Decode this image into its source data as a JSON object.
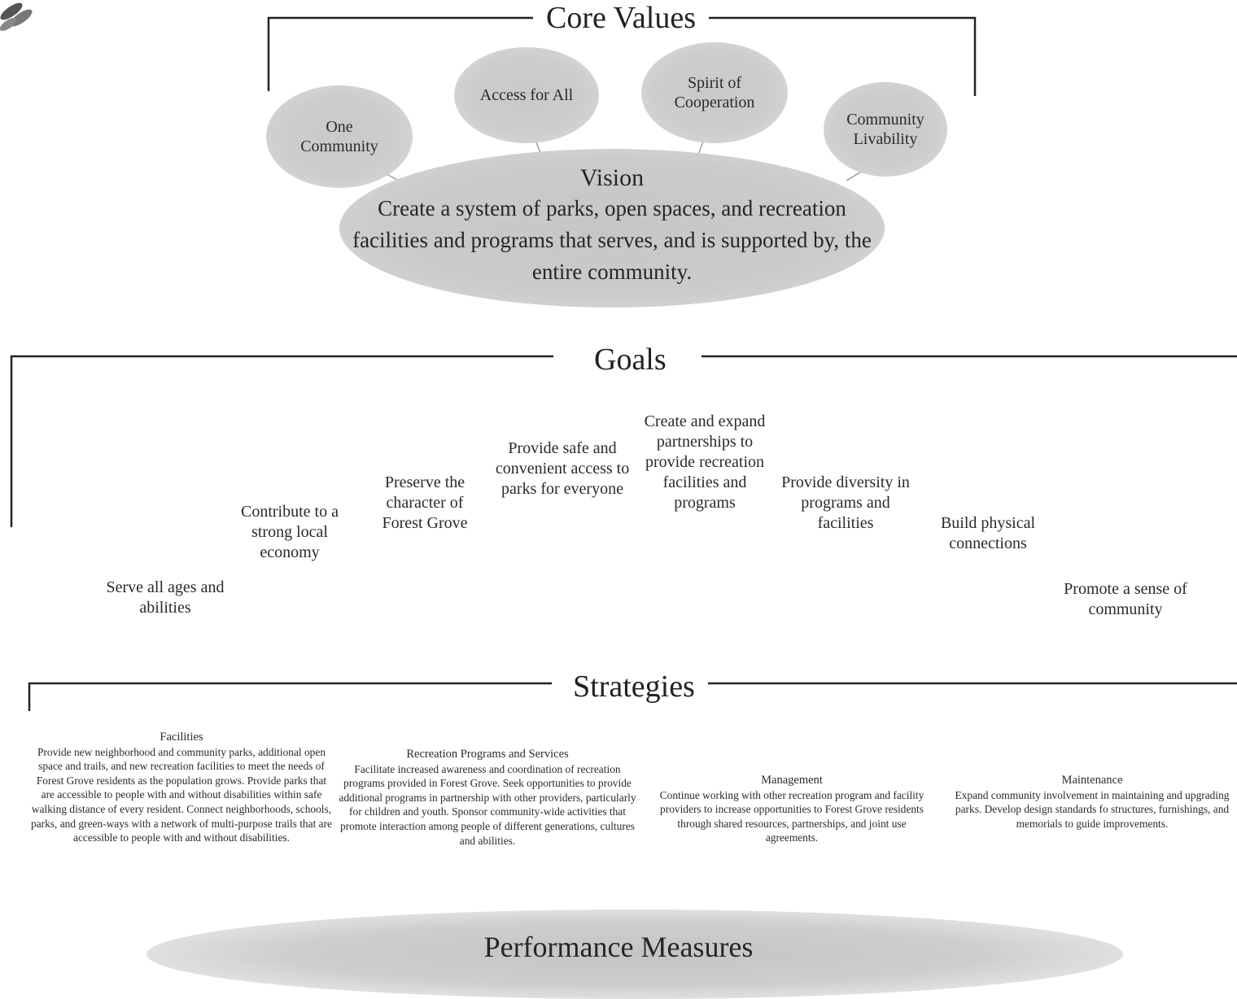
{
  "core_values": {
    "title": "Core Values",
    "bubbles": [
      "One Community",
      "Access for All",
      "Spirit of Cooperation",
      "Community Livability"
    ]
  },
  "vision": {
    "title": "Vision",
    "text": "Create a system of parks, open spaces, and recreation facilities and programs that serves, and is supported by, the entire community."
  },
  "goals": {
    "title": "Goals",
    "items": [
      "Serve all ages and abilities",
      "Contribute to a strong local economy",
      "Preserve the character of Forest Grove",
      "Provide safe and convenient access to parks for everyone",
      "Create and expand partnerships to provide recreation facilities and programs",
      "Provide diversity in programs and facilities",
      "Build physical connections",
      "Promote a sense of community"
    ]
  },
  "strategies": {
    "title": "Strategies",
    "items": [
      {
        "title": "Facilities",
        "text": "Provide new neighborhood and community parks, additional open space and trails, and new recreation facilities to meet the needs of Forest Grove residents as the population grows. Provide parks that are accessible to people with and without disabilities within safe walking distance of every resident. Connect neighborhoods, schools, parks, and green-ways with a network of multi-purpose trails that are accessible to people with and without disabilities."
      },
      {
        "title": "Recreation Programs and Services",
        "text": "Facilitate increased awareness and coordination of recreation programs provided in Forest Grove. Seek opportunities to provide additional programs in partnership with other providers, particularly for children and youth. Sponsor community-wide activities that promote interaction among people of different generations, cultures and abilities."
      },
      {
        "title": "Management",
        "text": "Continue working with other recreation program and facility providers to increase opportunities to Forest Grove residents through shared resources, partnerships, and joint use agreements."
      },
      {
        "title": "Maintenance",
        "text": "Expand community involvement in maintaining and upgrading parks. Develop design standards fo structures, furnishings, and memorials to guide improvements."
      }
    ]
  },
  "performance_measures": {
    "title": "Performance Measures"
  },
  "colors": {
    "bubble_fill": "#cbcbcb",
    "line": "#222222",
    "text": "#222222"
  },
  "icons": {
    "corner_logo": "leaf-cluster-icon"
  }
}
